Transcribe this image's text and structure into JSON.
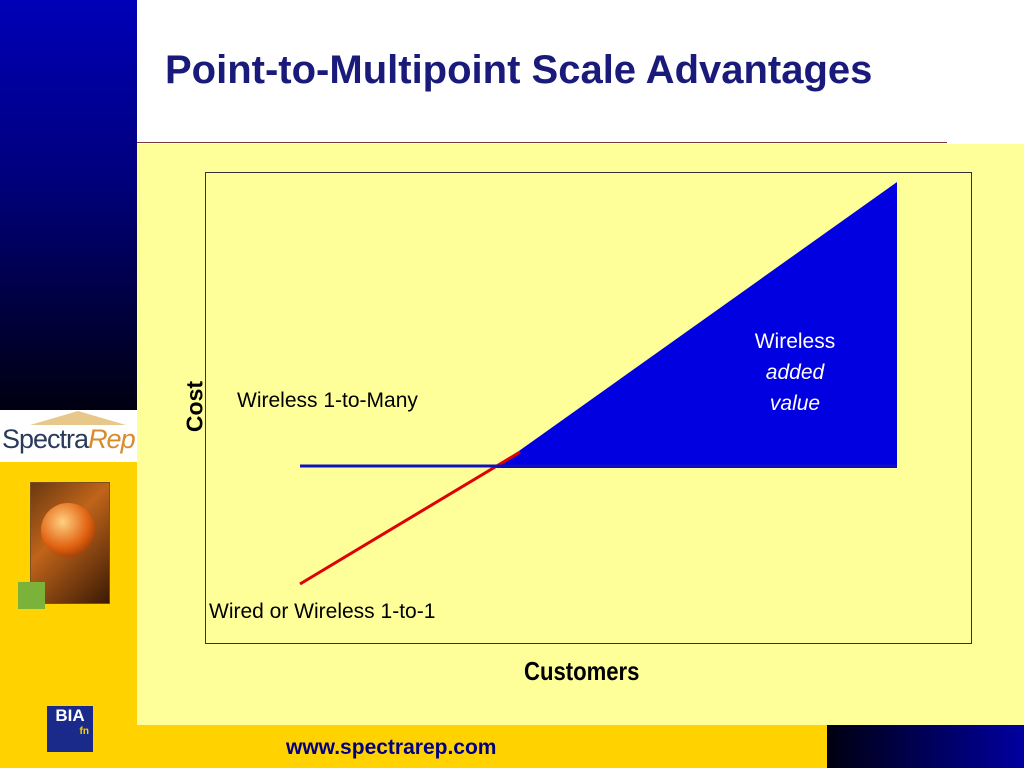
{
  "slide": {
    "title": "Point-to-Multipoint Scale Advantages",
    "footer_url": "www.spectrarep.com"
  },
  "logos": {
    "spectrarep_part1": "Spectra",
    "spectrarep_part2": "Rep",
    "bia_part1": "BIA",
    "bia_part2": "fn"
  },
  "diagram": {
    "y_axis_label": "Cost",
    "x_axis_label": "Customers",
    "line_wireless_label": "Wireless 1-to-Many",
    "line_wired_label": "Wired or Wireless 1-to-1",
    "area_label_line1": "Wireless",
    "area_label_line2": "added",
    "area_label_line3": "value"
  },
  "colors": {
    "wireless_line": "#1010c0",
    "wired_line": "#e00000",
    "added_value_area": "#0000e0",
    "background": "#ffff99",
    "sidebar_yellow": "#ffd200"
  }
}
